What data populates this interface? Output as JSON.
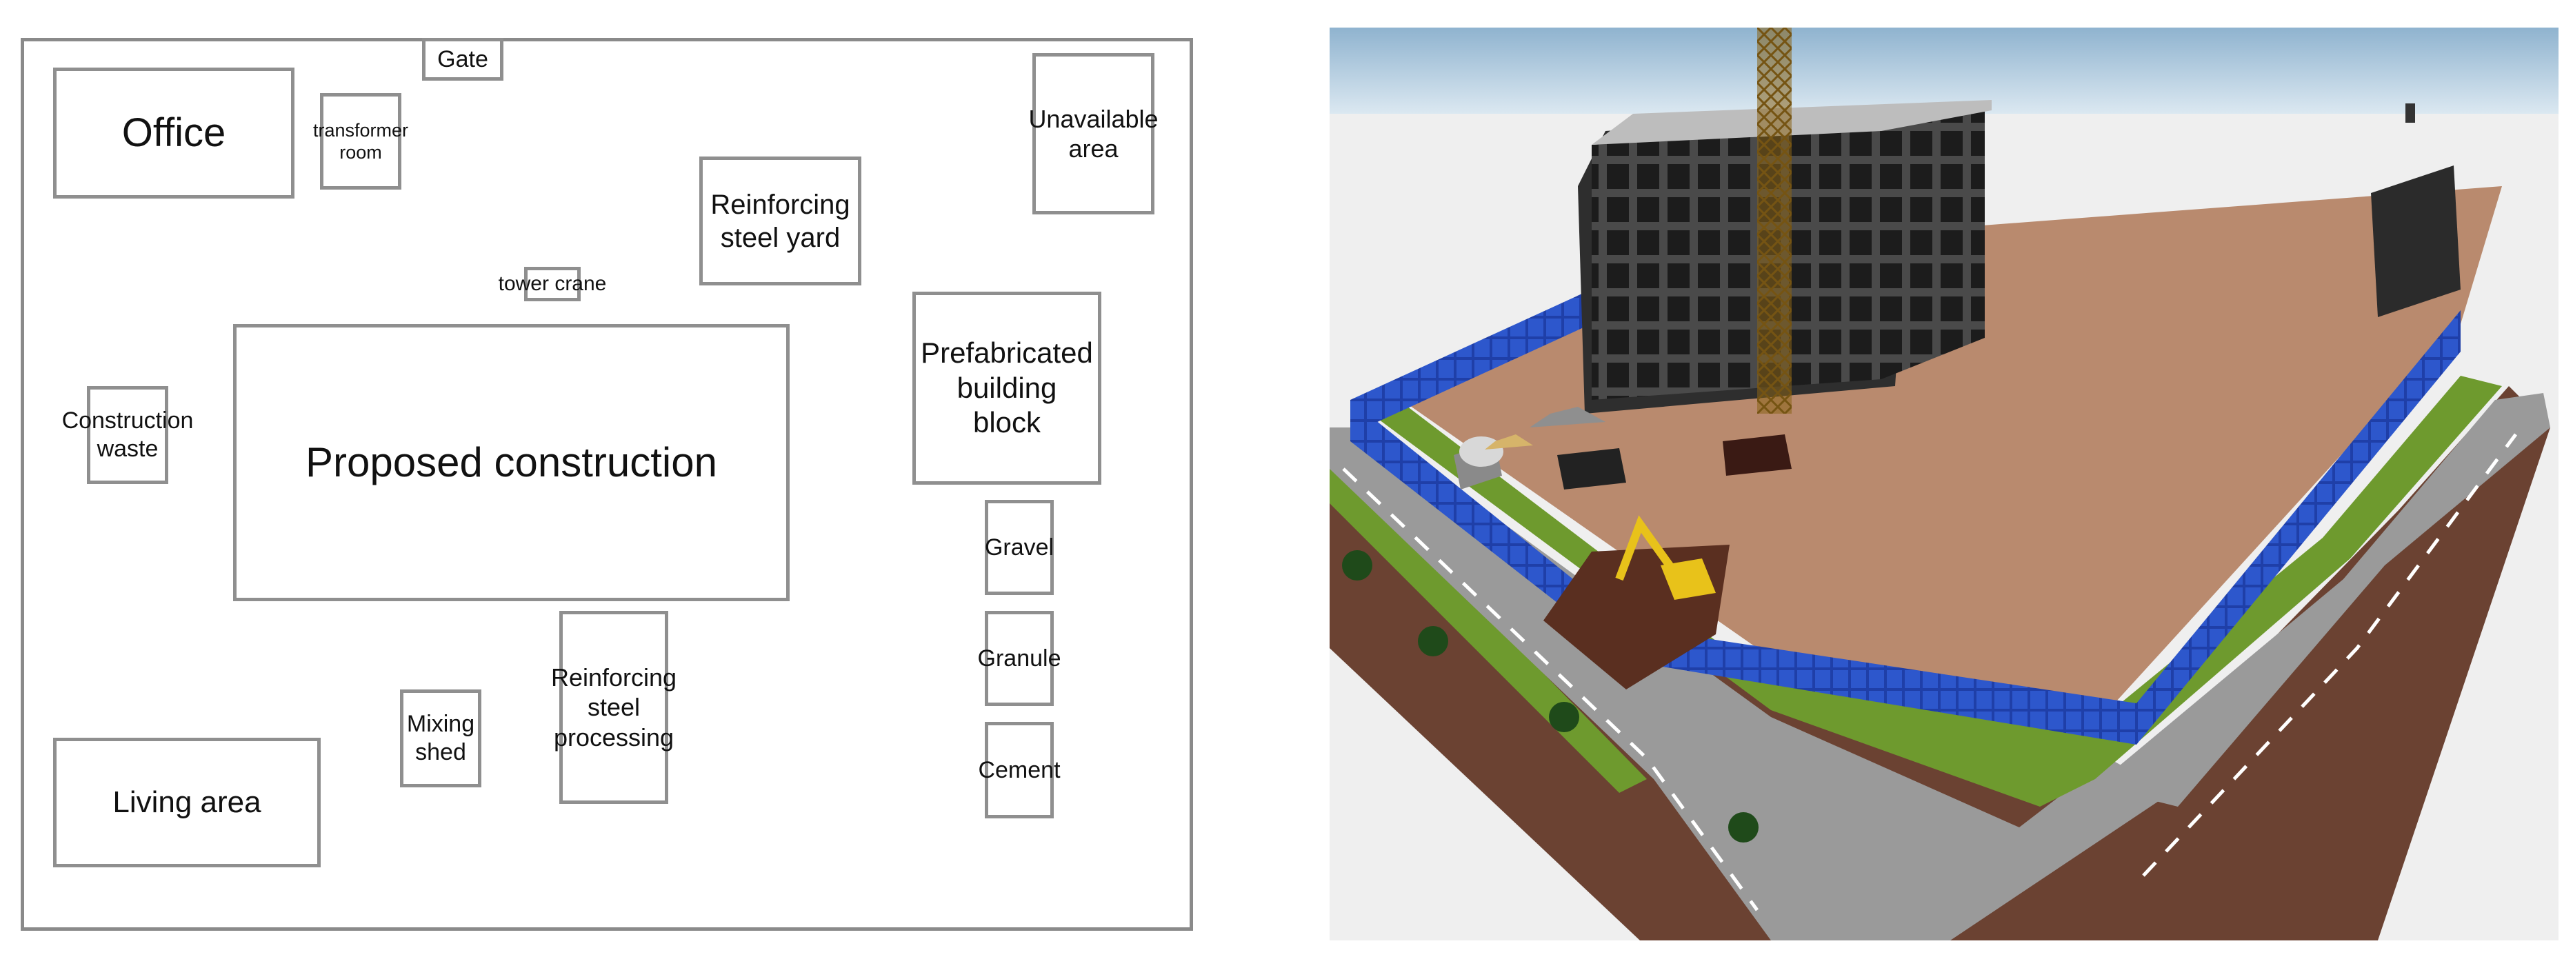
{
  "layout_plan": {
    "zones": [
      {
        "id": "gate",
        "text": "Gate"
      },
      {
        "id": "office",
        "text": "Office"
      },
      {
        "id": "transformer-room",
        "text": "transformer\nroom"
      },
      {
        "id": "unavailable-area",
        "text": "Unavailable\narea"
      },
      {
        "id": "reinforcing-steel-yard",
        "text": "Reinforcing\nsteel yard"
      },
      {
        "id": "tower-crane",
        "text": "tower crane"
      },
      {
        "id": "prefabricated-building-block",
        "text": "Prefabricated\nbuilding\nblock"
      },
      {
        "id": "construction-waste",
        "text": "Construction\nwaste"
      },
      {
        "id": "proposed-construction",
        "text": "Proposed construction"
      },
      {
        "id": "gravel",
        "text": "Gravel"
      },
      {
        "id": "granule",
        "text": "Granule"
      },
      {
        "id": "cement",
        "text": "Cement"
      },
      {
        "id": "mixing-shed",
        "text": "Mixing\nshed"
      },
      {
        "id": "reinforcing-steel-processing",
        "text": "Reinforcing\nsteel\nprocessing"
      },
      {
        "id": "living-area",
        "text": "Living area"
      }
    ]
  },
  "colors": {
    "sky": "#a9c6dc",
    "ground": "#efefef",
    "site_floor": "#b98a6e",
    "fence": "#1f3fa8",
    "road": "#9a9a9a",
    "grass": "#6e9a2e",
    "soil": "#6b4232",
    "building": "#3b3b3b",
    "crane": "#8a6418",
    "excavator": "#e8c21a"
  }
}
